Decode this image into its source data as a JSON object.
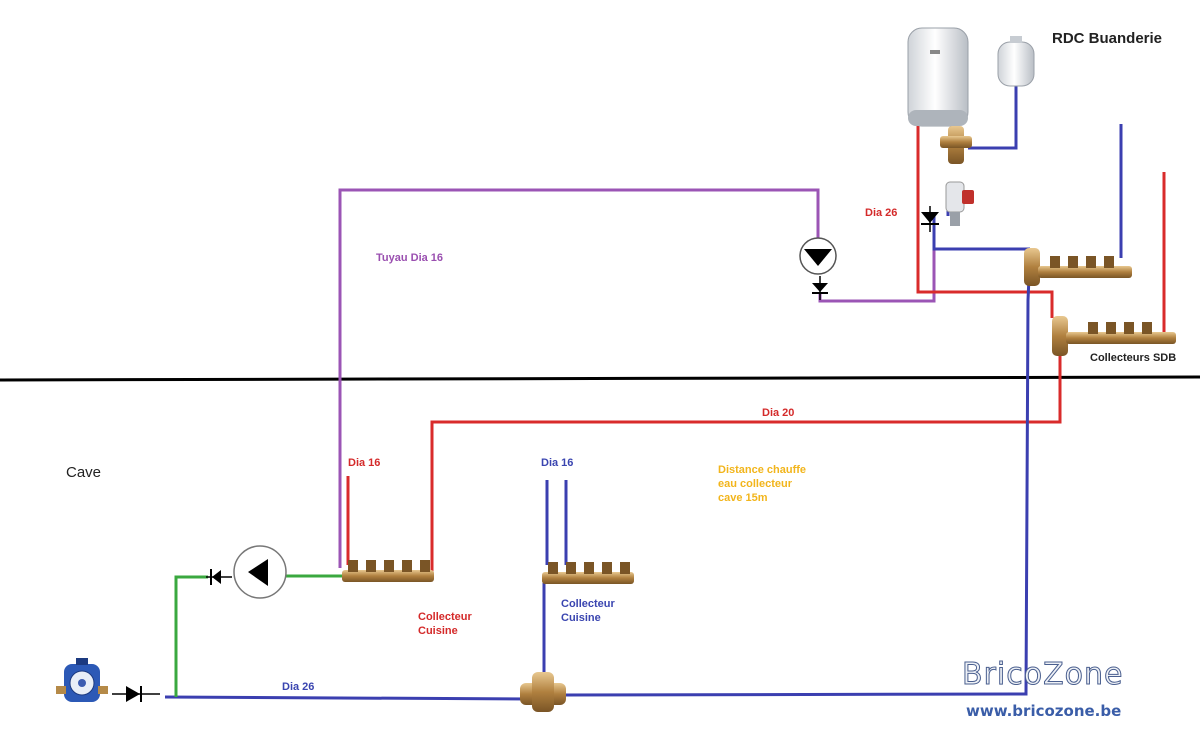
{
  "labels": {
    "rdc": "RDC Buanderie",
    "cave": "Cave",
    "tuyau_dia16": "Tuyau Dia 16",
    "dia26_top": "Dia 26",
    "collecteurs_sdb": "Collecteurs SDB",
    "dia20": "Dia 20",
    "dia16_red": "Dia 16",
    "dia16_blue": "Dia 16",
    "distance": "Distance chauffe\neau collecteur\ncave 15m",
    "collecteur_cuisine_red": "Collecteur\nCuisine",
    "collecteur_cuisine_blue": "Collecteur\nCuisine",
    "dia26_bottom": "Dia 26"
  },
  "watermark": {
    "brand": "BricoZone",
    "url": "www.bricozone.be"
  },
  "colors": {
    "hot": "#d92b2b",
    "cold": "#3b3fb0",
    "recirc": "#9b55b5",
    "supply": "#3aa83f",
    "brass": "#b08346",
    "floor": "#000000"
  }
}
